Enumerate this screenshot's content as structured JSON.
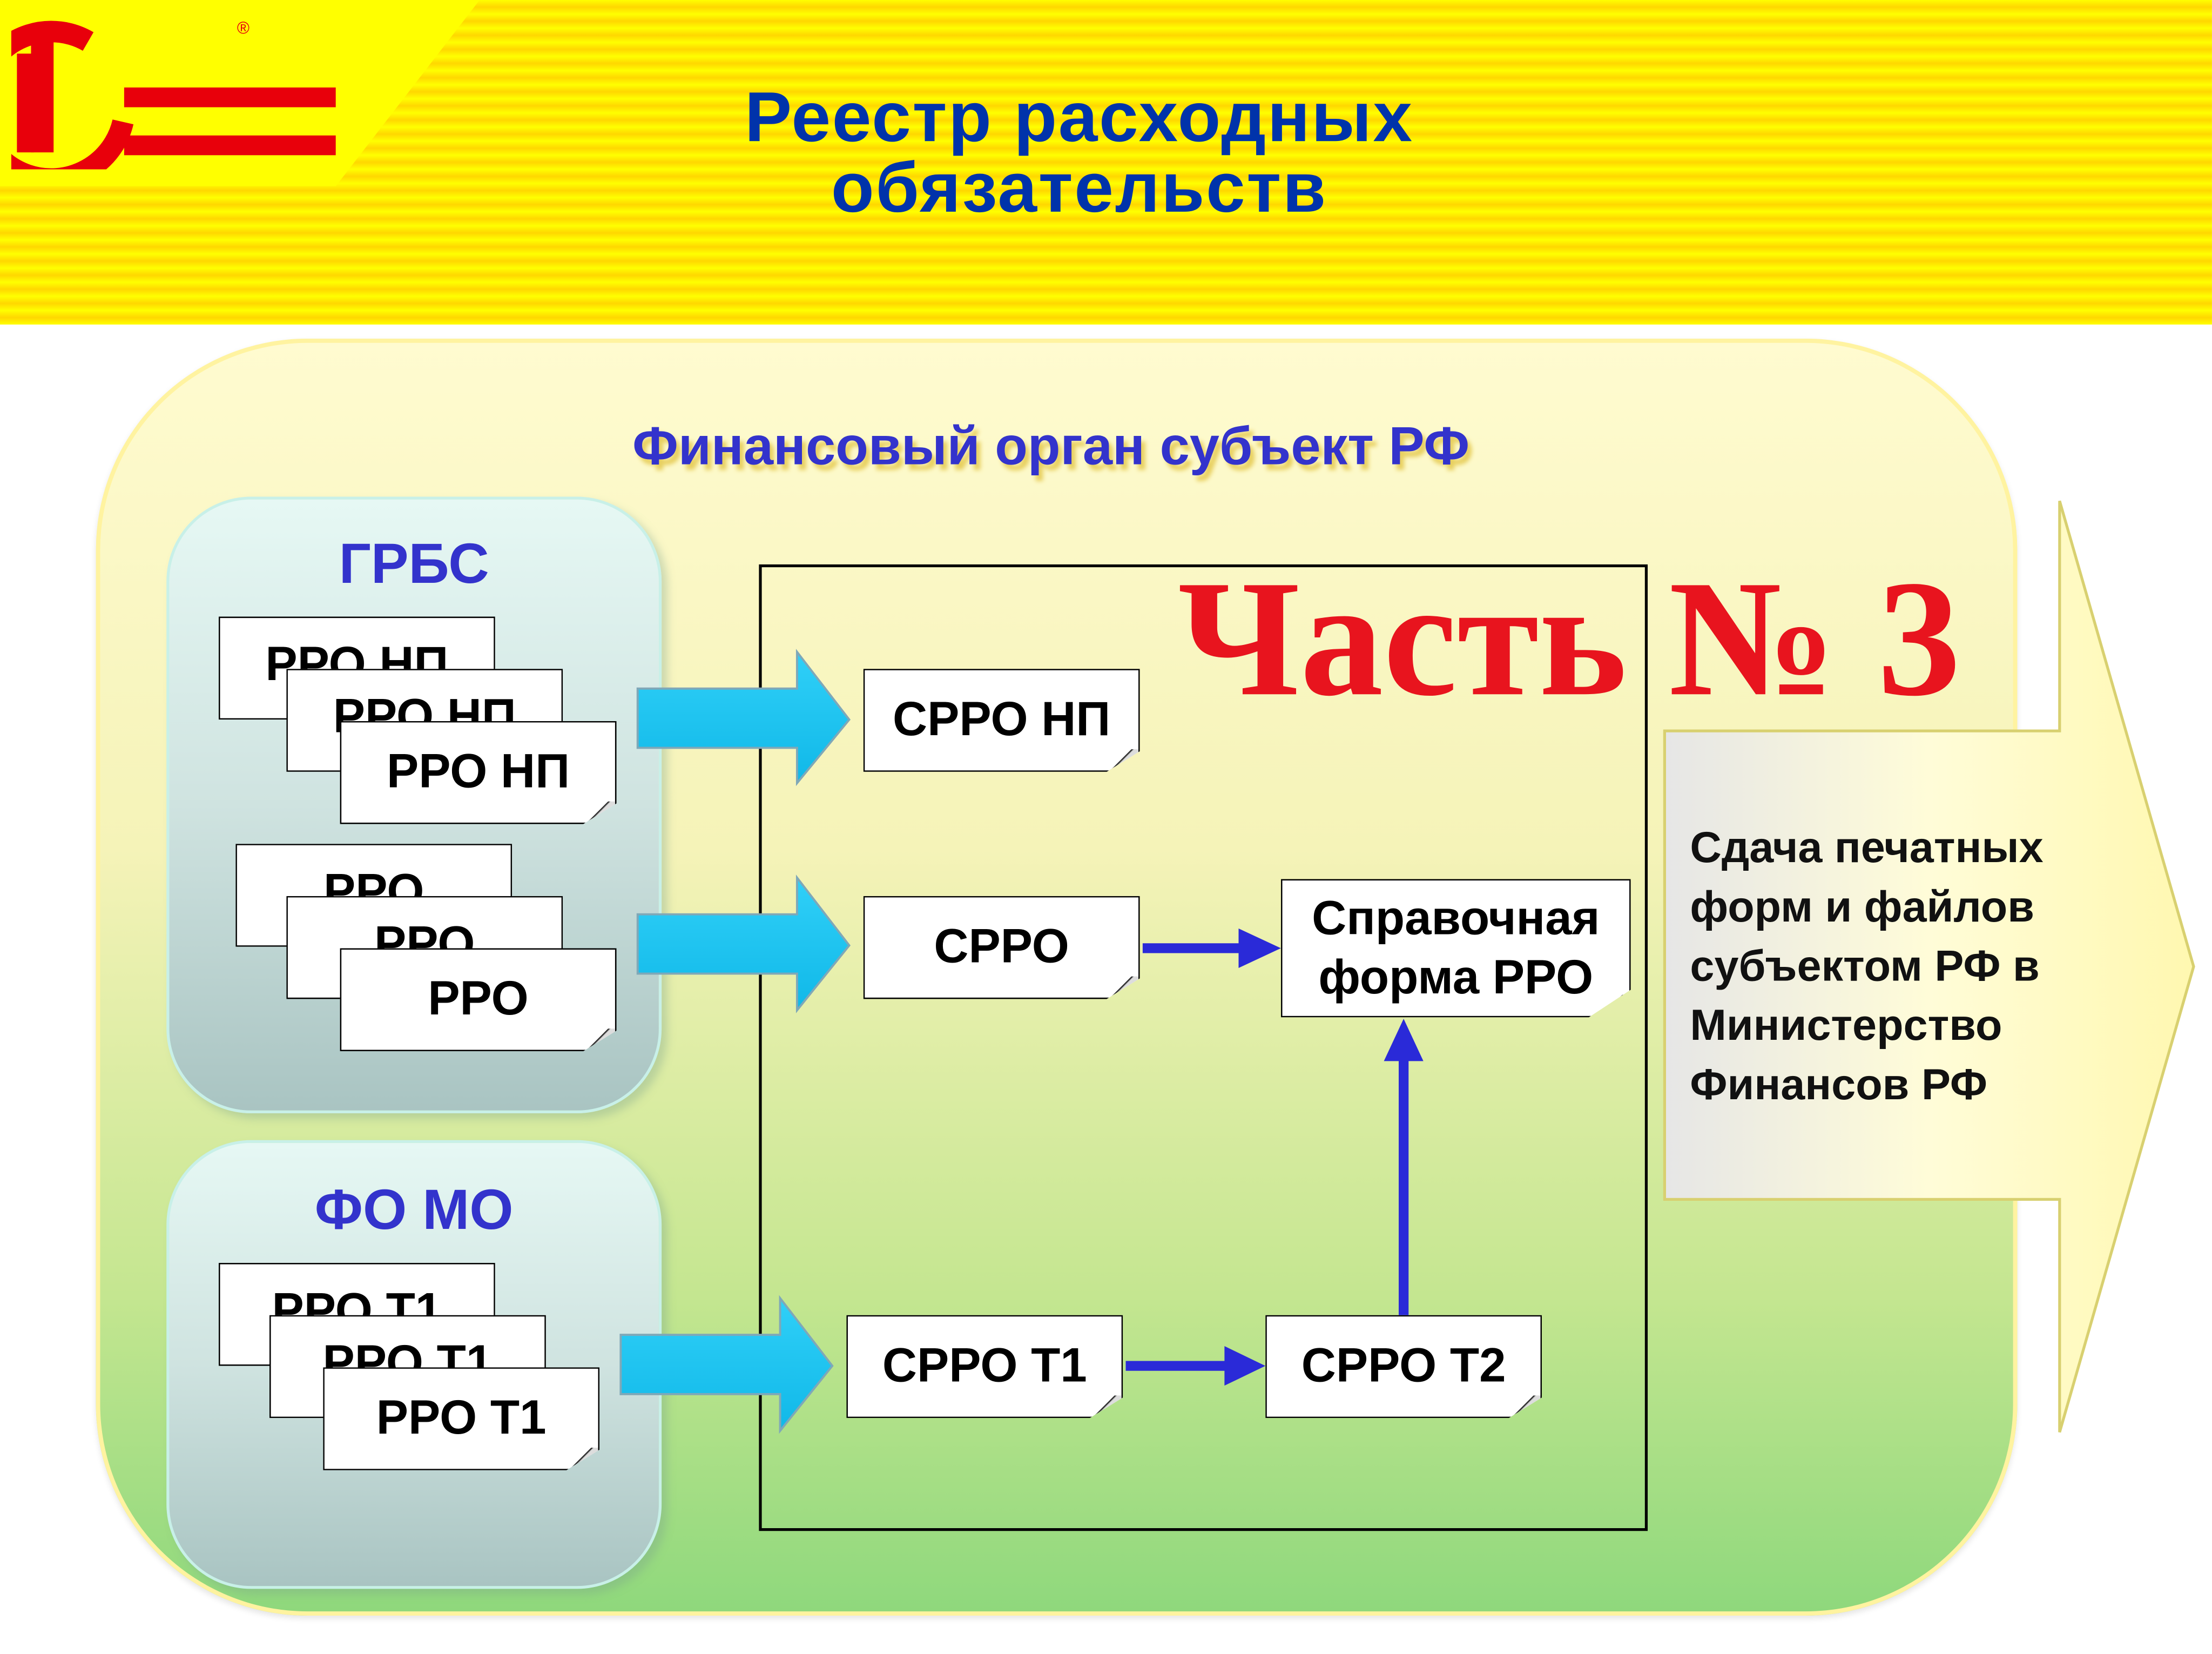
{
  "header": {
    "logo": "1С",
    "title_line1": "Реестр расходных",
    "title_line2": "обязательств"
  },
  "diagram": {
    "panel_title": "Финансовый орган субъект РФ",
    "part_label": "Часть № 3",
    "grbs": {
      "label": "ГРБС",
      "stack1": [
        "РРО НП",
        "РРО НП",
        "РРО НП"
      ],
      "stack2": [
        "РРО",
        "РРО",
        "РРО"
      ]
    },
    "fomo": {
      "label": "ФО МО",
      "stack": [
        "РРО Т1",
        "РРО Т1",
        "РРО Т1"
      ]
    },
    "nodes": {
      "srro_np": "СРРО НП",
      "srro": "СРРО",
      "spravochnaya": "Справочная форма РРО",
      "srro_t1": "СРРО Т1",
      "srro_t2": "СРРО Т2"
    },
    "output_text": "Сдача печатных форм и файлов субъектом РФ в Министерство Финансов РФ"
  },
  "colors": {
    "title": "#0033aa",
    "part": "#e8141e",
    "cyan_arrow": "#1ec8f0",
    "blue_arrow": "#2a2ad8"
  }
}
